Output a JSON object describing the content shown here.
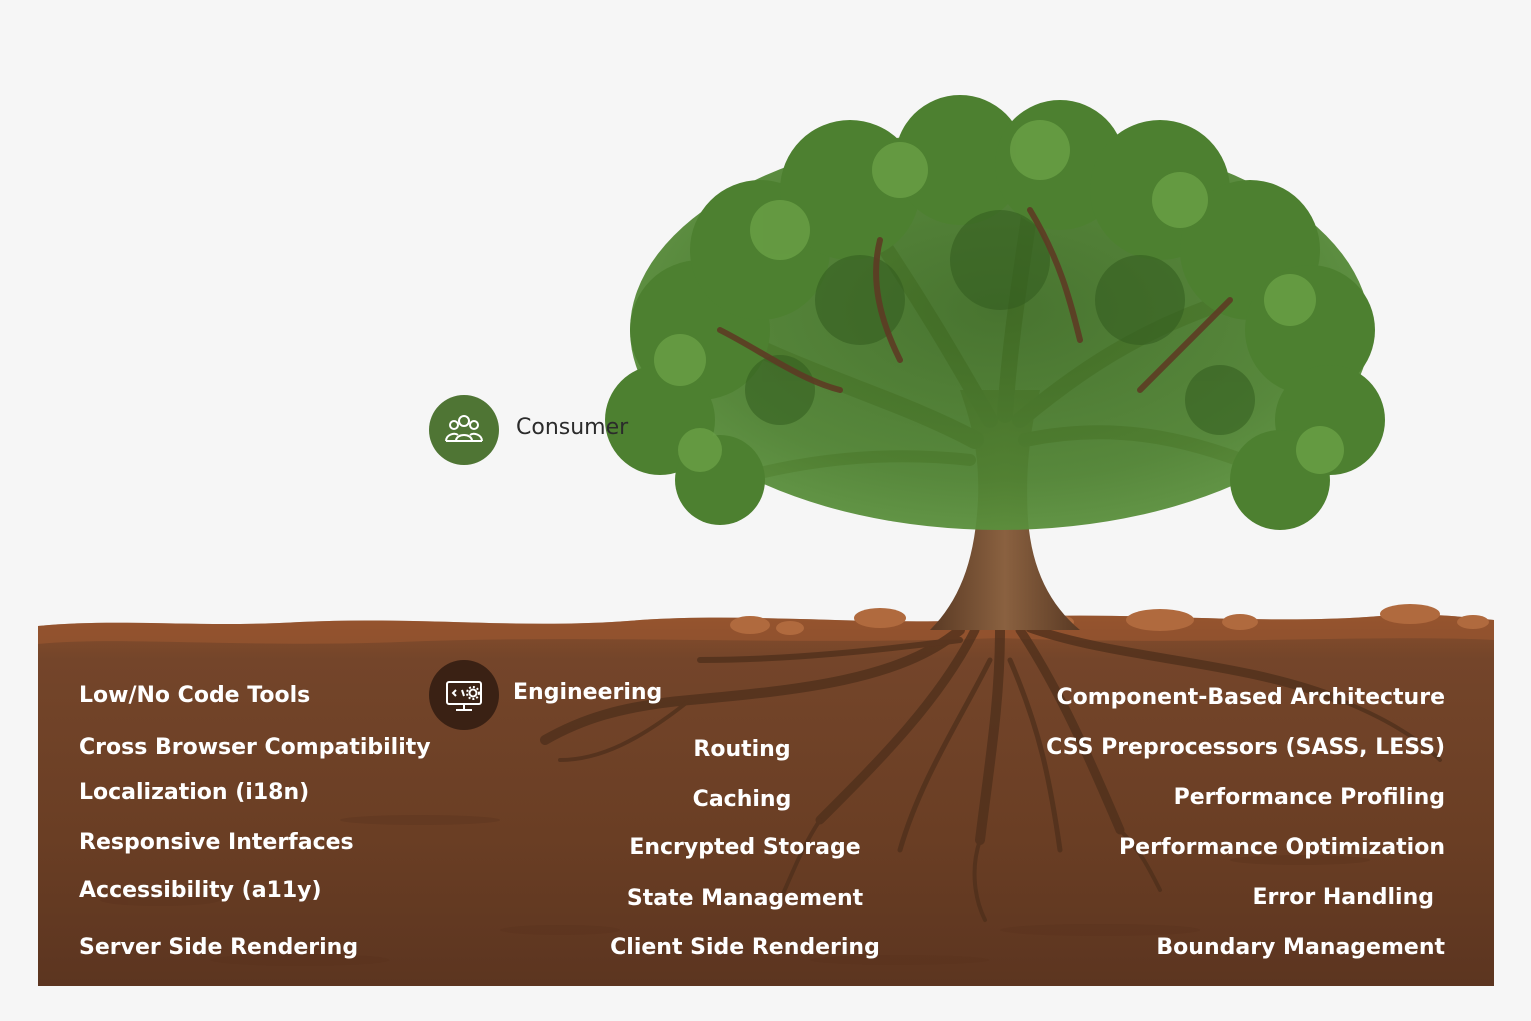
{
  "consumer": {
    "label": "Consumer",
    "icon": "people-group-icon",
    "badge_color": "#4f7534"
  },
  "engineering": {
    "label": "Engineering",
    "icon": "monitor-code-gear-icon",
    "badge_color": "#3a2114"
  },
  "left_items": [
    "Low/No Code Tools",
    "Cross Browser Compatibility",
    "Localization (i18n)",
    "Responsive Interfaces",
    "Accessibility (a11y)",
    "Server Side Rendering"
  ],
  "middle_items": [
    "Routing",
    "Caching",
    "Encrypted Storage",
    "State Management",
    "Client Side Rendering"
  ],
  "right_items": [
    "Component-Based Architecture",
    "CSS Preprocessors (SASS, LESS)",
    "Performance Profiling",
    "Performance Optimization",
    "Error Handling",
    "Boundary Management"
  ],
  "colors": {
    "background": "#f6f6f6",
    "soil": "#6b3f24",
    "foliage": "#4e7f31",
    "trunk": "#6e4a30"
  }
}
